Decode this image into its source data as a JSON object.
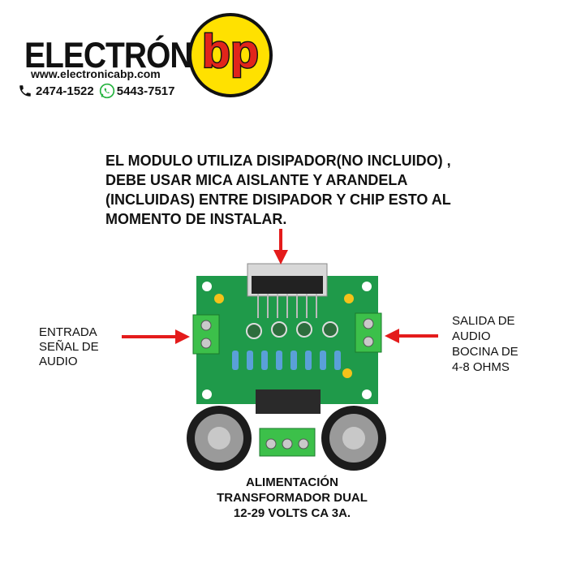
{
  "header": {
    "brand": "ELECTRÓNICA",
    "logo_text": "bp",
    "website": "www.electronicabp.com",
    "phone": "2474-1522",
    "whatsapp": "5443-7517"
  },
  "notice": {
    "lines": [
      "EL MODULO UTILIZA DISIPADOR(NO INCLUIDO) ,",
      " DEBE USAR MICA AISLANTE Y ARANDELA",
      "(INCLUIDAS) ENTRE DISIPADOR Y CHIP ESTO AL",
      "MOMENTO DE INSTALAR."
    ]
  },
  "input_label": {
    "lines": [
      "ENTRADA",
      "SEÑAL DE",
      "AUDIO"
    ]
  },
  "output_label": {
    "lines": [
      "SALIDA DE",
      "AUDIO",
      "BOCINA DE",
      "4-8 OHMS"
    ]
  },
  "power_label": {
    "lines": [
      "ALIMENTACIÓN",
      "TRANSFORMADOR DUAL",
      "12-29 VOLTS CA 3A."
    ]
  },
  "colors": {
    "pcb": "#1f9a4a",
    "terminal": "#3cc04a",
    "arrow": "#e41b1b",
    "logo_yellow": "#ffe100",
    "logo_red": "#e1251b"
  }
}
